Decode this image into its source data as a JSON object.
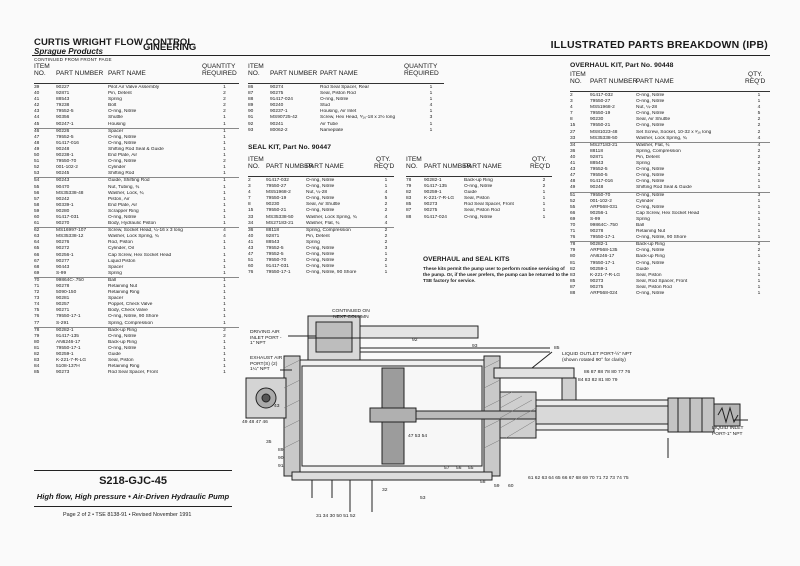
{
  "header": {
    "brand": "CURTIS WRIGHT FLOW CONTROL",
    "subbrand": "Sprague Products",
    "division": "GINEERING",
    "title": "ILLUSTRATED PARTS BREAKDOWN (IPB)",
    "continued": "CONTINUED FROM FRONT PAGE"
  },
  "col_headers": {
    "item": "ITEM",
    "no": "NO.",
    "part_number": "PART NUMBER",
    "part_name": "PART NAME",
    "quantity": "QUANTITY",
    "required": "REQUIRED",
    "qty": "QTY.",
    "reqd": "REQ'D"
  },
  "left_parts": [
    {
      "no": "39",
      "pn": "90227",
      "name": "Pilot Air Valve Assembly",
      "qty": "1"
    },
    {
      "no": "40",
      "pn": "92871",
      "name": "Pin, Detent",
      "qty": "2"
    },
    {
      "no": "41",
      "pn": "88543",
      "name": "Spring",
      "qty": "2"
    },
    {
      "no": "42",
      "pn": "79238",
      "name": "Bolt",
      "qty": "2"
    },
    {
      "no": "43",
      "pn": "79552-5",
      "name": "O-ring, Nitrile",
      "qty": "2"
    },
    {
      "no": "44",
      "pn": "90356",
      "name": "Shuttle",
      "qty": "1"
    },
    {
      "no": "45",
      "pn": "90247-1",
      "name": "Housing",
      "qty": "1"
    },
    {
      "no": "46",
      "pn": "90226",
      "name": "Spacer",
      "qty": "1",
      "gap": true
    },
    {
      "no": "47",
      "pn": "79552-5",
      "name": "O-ring, Nitrile",
      "qty": "1"
    },
    {
      "no": "48",
      "pn": "91417-016",
      "name": "O-ring, Nitrile",
      "qty": "1"
    },
    {
      "no": "49",
      "pn": "90248",
      "name": "Shifting Rod Seal & Guide",
      "qty": "1"
    },
    {
      "no": "50",
      "pn": "90238-1",
      "name": "End Plate, Air",
      "qty": "1"
    },
    {
      "no": "51",
      "pn": "79550-70",
      "name": "O-ring, Nitrile",
      "qty": "2"
    },
    {
      "no": "52",
      "pn": "001-102-2",
      "name": "Cylinder",
      "qty": "1"
    },
    {
      "no": "53",
      "pn": "90245",
      "name": "Shifting Rod",
      "qty": "1"
    },
    {
      "no": "54",
      "pn": "90243",
      "name": "Guide, Shifting Rod",
      "qty": "1",
      "gap": true
    },
    {
      "no": "55",
      "pn": "90470",
      "name": "Nut, Tubing, ¾",
      "qty": "1"
    },
    {
      "no": "56",
      "pn": "MS35338-48",
      "name": "Washer, Lock, ¾",
      "qty": "1"
    },
    {
      "no": "57",
      "pn": "90242",
      "name": "Piston, Air",
      "qty": "1"
    },
    {
      "no": "58",
      "pn": "90339-1",
      "name": "End Plate, Air",
      "qty": "1"
    },
    {
      "no": "59",
      "pn": "90280",
      "name": "Scrapper Ring",
      "qty": "1"
    },
    {
      "no": "60",
      "pn": "91417-031",
      "name": "O-ring, Nitrile",
      "qty": "1"
    },
    {
      "no": "61",
      "pn": "90270",
      "name": "Body, Hydraulic Piston",
      "qty": "1"
    },
    {
      "no": "62",
      "pn": "MS16997-107",
      "name": "Screw, Socket Head, ¼-16 x 3 long",
      "qty": "4",
      "gap": true
    },
    {
      "no": "63",
      "pn": "MS35338-12",
      "name": "Washer, Lock Spring, ¾",
      "qty": "4"
    },
    {
      "no": "64",
      "pn": "90276",
      "name": "Rod, Piston",
      "qty": "1"
    },
    {
      "no": "65",
      "pn": "90272",
      "name": "Cylinder, Oil",
      "qty": "1"
    },
    {
      "no": "66",
      "pn": "90256-1",
      "name": "Cap Screw, Hex Socket Head",
      "qty": "1"
    },
    {
      "no": "67",
      "pn": "90277",
      "name": "Liquid Piston",
      "qty": "1"
    },
    {
      "no": "68",
      "pn": "90443",
      "name": "Spacer",
      "qty": "1"
    },
    {
      "no": "69",
      "pn": "S-99",
      "name": "Spring",
      "qty": "1"
    },
    {
      "no": "70",
      "pn": "99864C-.750",
      "name": "Ball",
      "qty": "1",
      "gap": true
    },
    {
      "no": "71",
      "pn": "90278",
      "name": "Retaining Nut",
      "qty": "1"
    },
    {
      "no": "72",
      "pn": "5090-150",
      "name": "Retaining Ring",
      "qty": "1"
    },
    {
      "no": "73",
      "pn": "90281",
      "name": "Spacer",
      "qty": "1"
    },
    {
      "no": "74",
      "pn": "90257",
      "name": "Poppet, Check Valve",
      "qty": "1"
    },
    {
      "no": "75",
      "pn": "90271",
      "name": "Body, Check Valve",
      "qty": "1"
    },
    {
      "no": "76",
      "pn": "79550-17-1",
      "name": "O-ring, Nitrile, 90 Shore",
      "qty": "1"
    },
    {
      "no": "77",
      "pn": "S-291",
      "name": "Spring, Compression",
      "qty": "1"
    },
    {
      "no": "78",
      "pn": "90282-1",
      "name": "Back-up Ring",
      "qty": "2",
      "gap": true
    },
    {
      "no": "79",
      "pn": "91417-135",
      "name": "O-ring, Nitrile",
      "qty": "2"
    },
    {
      "no": "80",
      "pn": "AN6246-17",
      "name": "Back-up Ring",
      "qty": "1"
    },
    {
      "no": "81",
      "pn": "79550-17-1",
      "name": "O-ring, Nitrile",
      "qty": "1"
    },
    {
      "no": "82",
      "pn": "90259-1",
      "name": "Guide",
      "qty": "1"
    },
    {
      "no": "83",
      "pn": "K-221-7-R-LG",
      "name": "Seal, Piston",
      "qty": "1"
    },
    {
      "no": "84",
      "pn": "5108-137H",
      "name": "Retaining Ring",
      "qty": "1"
    },
    {
      "no": "85",
      "pn": "90273",
      "name": "Rod Seal Spacer, Front",
      "qty": "1"
    }
  ],
  "mid_top_parts": [
    {
      "no": "86",
      "pn": "90274",
      "name": "Rod Seal Spacer, Rear",
      "qty": "1"
    },
    {
      "no": "87",
      "pn": "90275",
      "name": "Seal, Piston Rod",
      "qty": "1"
    },
    {
      "no": "88",
      "pn": "91417-024",
      "name": "O-ring, Nitrile",
      "qty": "1"
    },
    {
      "no": "89",
      "pn": "90240",
      "name": "Stud",
      "qty": "4"
    },
    {
      "no": "90",
      "pn": "90237-1",
      "name": "Housing, Air Inlet",
      "qty": "1"
    },
    {
      "no": "91",
      "pn": "MS90725-42",
      "name": "Screw, Hex Head, ⁵⁄₁₆-18 x 2½ long",
      "qty": "3"
    },
    {
      "no": "92",
      "pn": "90241",
      "name": "Air Tube",
      "qty": "1"
    },
    {
      "no": "93",
      "pn": "80062-2",
      "name": "Nameplate",
      "qty": "1"
    }
  ],
  "seal_kit": {
    "title": "SEAL KIT, Part No. 90447",
    "left": [
      {
        "no": "2",
        "pn": "91417-032",
        "name": "O-ring, Nitrile",
        "qty": "1"
      },
      {
        "no": "3",
        "pn": "79550-27",
        "name": "O-ring, Nitrile",
        "qty": "1"
      },
      {
        "no": "4",
        "pn": "MS51968-2",
        "name": "Nut, ¼-28",
        "qty": "4"
      },
      {
        "no": "7",
        "pn": "79550-19",
        "name": "O-ring, Nitrile",
        "qty": "5"
      },
      {
        "no": "8",
        "pn": "90230",
        "name": "Seal, Air Shuttle",
        "qty": "2"
      },
      {
        "no": "15",
        "pn": "79550-21",
        "name": "O-ring, Nitrile",
        "qty": "2"
      },
      {
        "no": "33",
        "pn": "MS35338-50",
        "name": "Washer, Lock Spring, ¾",
        "qty": "4"
      },
      {
        "no": "34",
        "pn": "MS27183-21",
        "name": "Washer, Flat, ¾",
        "qty": "4"
      },
      {
        "no": "36",
        "pn": "88118",
        "name": "Spring, Compression",
        "qty": "2",
        "gap": true
      },
      {
        "no": "40",
        "pn": "92871",
        "name": "Pin, Detent",
        "qty": "2"
      },
      {
        "no": "41",
        "pn": "88543",
        "name": "Spring",
        "qty": "2"
      },
      {
        "no": "43",
        "pn": "79552-5",
        "name": "O-ring, Nitrile",
        "qty": "3"
      },
      {
        "no": "47",
        "pn": "79552-5",
        "name": "O-ring, Nitrile",
        "qty": "1"
      },
      {
        "no": "51",
        "pn": "79550-70",
        "name": "O-ring, Nitrile",
        "qty": "2"
      },
      {
        "no": "60",
        "pn": "91417-031",
        "name": "O-ring, Nitrile",
        "qty": "1"
      },
      {
        "no": "76",
        "pn": "79550-17-1",
        "name": "O-ring, Nitrile, 90 Shore",
        "qty": "1"
      }
    ],
    "right": [
      {
        "no": "78",
        "pn": "90282-1",
        "name": "Back-up Ring",
        "qty": "2"
      },
      {
        "no": "79",
        "pn": "91417-135",
        "name": "O-ring, Nitrile",
        "qty": "2"
      },
      {
        "no": "82",
        "pn": "90259-1",
        "name": "Guide",
        "qty": "1"
      },
      {
        "no": "83",
        "pn": "K-221-7-R-LG",
        "name": "Seal, Piston",
        "qty": "1"
      },
      {
        "no": "85",
        "pn": "90273",
        "name": "Rod Seal Spacer, Front",
        "qty": "1"
      },
      {
        "no": "87",
        "pn": "90275",
        "name": "Seal, Piston Rod",
        "qty": "1"
      },
      {
        "no": "88",
        "pn": "91417-024",
        "name": "O-ring, Nitrile",
        "qty": "1"
      }
    ]
  },
  "kits_note": {
    "title": "OVERHAUL and SEAL KITS",
    "text": "These kits permit the pump user to perform routine servicing of the pump. Or, if the user prefers, the pump can be returned to the TSE factory for service."
  },
  "overhaul_kit": {
    "title": "OVERHAUL KIT, Part No. 90448",
    "parts": [
      {
        "no": "2",
        "pn": "91417-032",
        "name": "O-ring, Nitrile",
        "qty": "1"
      },
      {
        "no": "3",
        "pn": "79550-27",
        "name": "O-ring, Nitrile",
        "qty": "1"
      },
      {
        "no": "4",
        "pn": "MS51968-2",
        "name": "Nut, ¼-28",
        "qty": "4"
      },
      {
        "no": "7",
        "pn": "79550-19",
        "name": "O-ring, Nitrile",
        "qty": "5"
      },
      {
        "no": "8",
        "pn": "90230",
        "name": "Seal, Air Shuttle",
        "qty": "2"
      },
      {
        "no": "15",
        "pn": "79550-21",
        "name": "O-ring, Nitrile",
        "qty": "2"
      },
      {
        "no": "27",
        "pn": "MS81023-48",
        "name": "Set Screw, Socket, 10-32 x ³⁄₁₆ long",
        "qty": "2"
      },
      {
        "no": "33",
        "pn": "MS35338-50",
        "name": "Washer, Lock Spring, ¾",
        "qty": "4"
      },
      {
        "no": "34",
        "pn": "MS27183-21",
        "name": "Washer, Flat, ¾",
        "qty": "4",
        "gap": true
      },
      {
        "no": "36",
        "pn": "88118",
        "name": "Spring, Compression",
        "qty": "2"
      },
      {
        "no": "40",
        "pn": "92871",
        "name": "Pin, Detent",
        "qty": "2"
      },
      {
        "no": "41",
        "pn": "88543",
        "name": "Spring",
        "qty": "2"
      },
      {
        "no": "43",
        "pn": "79552-5",
        "name": "O-ring, Nitrile",
        "qty": "2"
      },
      {
        "no": "47",
        "pn": "79550-5",
        "name": "O-ring, Nitrile",
        "qty": "1"
      },
      {
        "no": "48",
        "pn": "91417-016",
        "name": "O-ring, Nitrile",
        "qty": "1"
      },
      {
        "no": "49",
        "pn": "90248",
        "name": "Shifting Rod Seal & Guide",
        "qty": "1"
      },
      {
        "no": "51",
        "pn": "79550-70",
        "name": "O-ring, Nitrile",
        "qty": "3",
        "gap": true
      },
      {
        "no": "52",
        "pn": "001-102-2",
        "name": "Cylinder",
        "qty": "1"
      },
      {
        "no": "55",
        "pn": "ARP568-031",
        "name": "O-ring, Nitrile",
        "qty": "1"
      },
      {
        "no": "66",
        "pn": "90256-1",
        "name": "Cap Screw, Hex Socket Head",
        "qty": "1"
      },
      {
        "no": "69",
        "pn": "S-99",
        "name": "Spring",
        "qty": "1"
      },
      {
        "no": "70",
        "pn": "99864C-.750",
        "name": "Ball",
        "qty": "1"
      },
      {
        "no": "71",
        "pn": "90278",
        "name": "Retaining Nut",
        "qty": "1"
      },
      {
        "no": "76",
        "pn": "79550-17-1",
        "name": "O-ring, Nitrile, 90 Shore",
        "qty": "1"
      },
      {
        "no": "78",
        "pn": "90282-1",
        "name": "Back-up Ring",
        "qty": "2",
        "gap": true
      },
      {
        "no": "79",
        "pn": "ARP568-135",
        "name": "O-ring, Nitrile",
        "qty": "2"
      },
      {
        "no": "80",
        "pn": "AN6246-17",
        "name": "Back-up Ring",
        "qty": "1"
      },
      {
        "no": "81",
        "pn": "79550-17-1",
        "name": "O-ring, Nitrile",
        "qty": "1"
      },
      {
        "no": "82",
        "pn": "90259-1",
        "name": "Guide",
        "qty": "1"
      },
      {
        "no": "83",
        "pn": "K-221-7-R-LG",
        "name": "Seal, Piston",
        "qty": "1"
      },
      {
        "no": "85",
        "pn": "90273",
        "name": "Seal, Rod Spacer, Front",
        "qty": "1"
      },
      {
        "no": "87",
        "pn": "90275",
        "name": "Seal, Piston Rod",
        "qty": "1"
      },
      {
        "no": "88",
        "pn": "ARP568-024",
        "name": "O-ring, Nitrile",
        "qty": "1"
      }
    ]
  },
  "diagram_labels": {
    "driving_air_1": "DRIVING AIR",
    "driving_air_2": "INLET PORT -",
    "driving_air_3": "1\" NPT",
    "continued_1": "CONTINUED ON",
    "continued_2": "NEXT COLUMN",
    "exhaust_1": "EXHAUST AIR",
    "exhaust_2": "PORT(S) (2)",
    "exhaust_3": "1¼\" NPT",
    "liquid_outlet_1": "LIQUID OUTLET PORT-½\" NPT",
    "liquid_outlet_2": "(shown rotated 90° for clarity)",
    "liquid_inlet_1": "LIQUID INLET",
    "liquid_inlet_2": "PORT-1\" NPT",
    "callouts_bottom_left": "31 34 30  50  51  52",
    "callouts_bottom_mid": "53",
    "callouts_bottom_right": "61  62  63  64 65  66  67  68  69  70  71  72  73  74  75",
    "callouts_top_right": "84  83  82  81  80  79",
    "callouts_top_right2": "86   87   88     78  80   77  76",
    "callouts_left_stack": "49 48 47 46",
    "callouts_mid": "47  53  54",
    "c_92": "92",
    "c_93": "93",
    "c_85": "85",
    "c_89": "89",
    "c_90": "90",
    "c_91": "91",
    "c_57": "57",
    "c_56": "56",
    "c_55": "55",
    "c_58": "58",
    "c_59": "59",
    "c_60": "60",
    "c_35": "35",
    "c_32": "32",
    "c_43": "43"
  },
  "model": {
    "title": "S218-GJC-45",
    "desc": "High flow, High pressure • Air-Driven Hydraulic Pump"
  },
  "footer": "Page 2 of 2 • TSE 8138-91 • Revised November 1991"
}
